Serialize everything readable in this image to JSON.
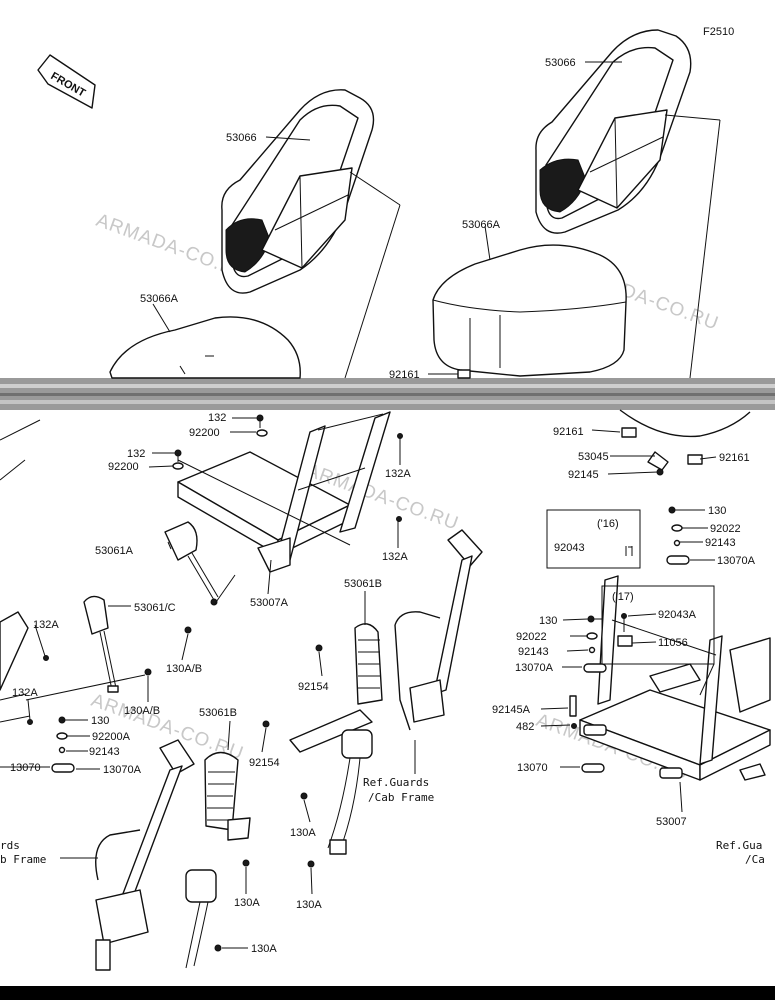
{
  "figure_code": "F2510",
  "front_badge": "FRONT",
  "watermark": "ARMADA-CO.RU",
  "labels": {
    "l53066_a": "53066",
    "l53066_b": "53066",
    "l53066A_a": "53066A",
    "l53066A_b": "53066A",
    "l92161_a": "92161",
    "l92161_b": "92161",
    "l92161_c": "92161",
    "l132_a": "132",
    "l132_b": "132",
    "l92200_a": "92200",
    "l92200_b": "92200",
    "l132A_a": "132A",
    "l132A_b": "132A",
    "l132A_c": "132A",
    "l132A_d": "132A",
    "l53061A": "53061A",
    "l53007A": "53007A",
    "l53061C": "53061/C",
    "l130AB_a": "130A/B",
    "l130AB_b": "130A/B",
    "l130_a": "130",
    "l92200A": "92200A",
    "l92143_a": "92143",
    "l13070A_a": "13070A",
    "l13070_a": "13070",
    "l53061B_a": "53061B",
    "l53061B_b": "53061B",
    "l92154_a": "92154",
    "l92154_b": "92154",
    "l130A_a": "130A",
    "l130A_b": "130A",
    "l130A_c": "130A",
    "l130A_d": "130A",
    "ref_guards_1": "Ref.Guards",
    "ref_cab_1": "/Cab Frame",
    "ref_guards_2": "rds",
    "ref_cab_2": "b Frame",
    "ref_guards_3": "Ref.Gua",
    "ref_cab_3": "/Ca",
    "l53045": "53045",
    "l92145": "92145",
    "l130_b": "130",
    "l92022_a": "92022",
    "l92143_b": "92143",
    "l13070A_b": "13070A",
    "year16": "('16)",
    "l92043": "92043",
    "year17": "('17)",
    "l92043A": "92043A",
    "l130_c": "130",
    "l92022_b": "92022",
    "l11056": "11056",
    "l92143_c": "92143",
    "l13070A_c": "13070A",
    "l92145A": "92145A",
    "l482": "482",
    "l13070_b": "13070",
    "l53007": "53007"
  }
}
